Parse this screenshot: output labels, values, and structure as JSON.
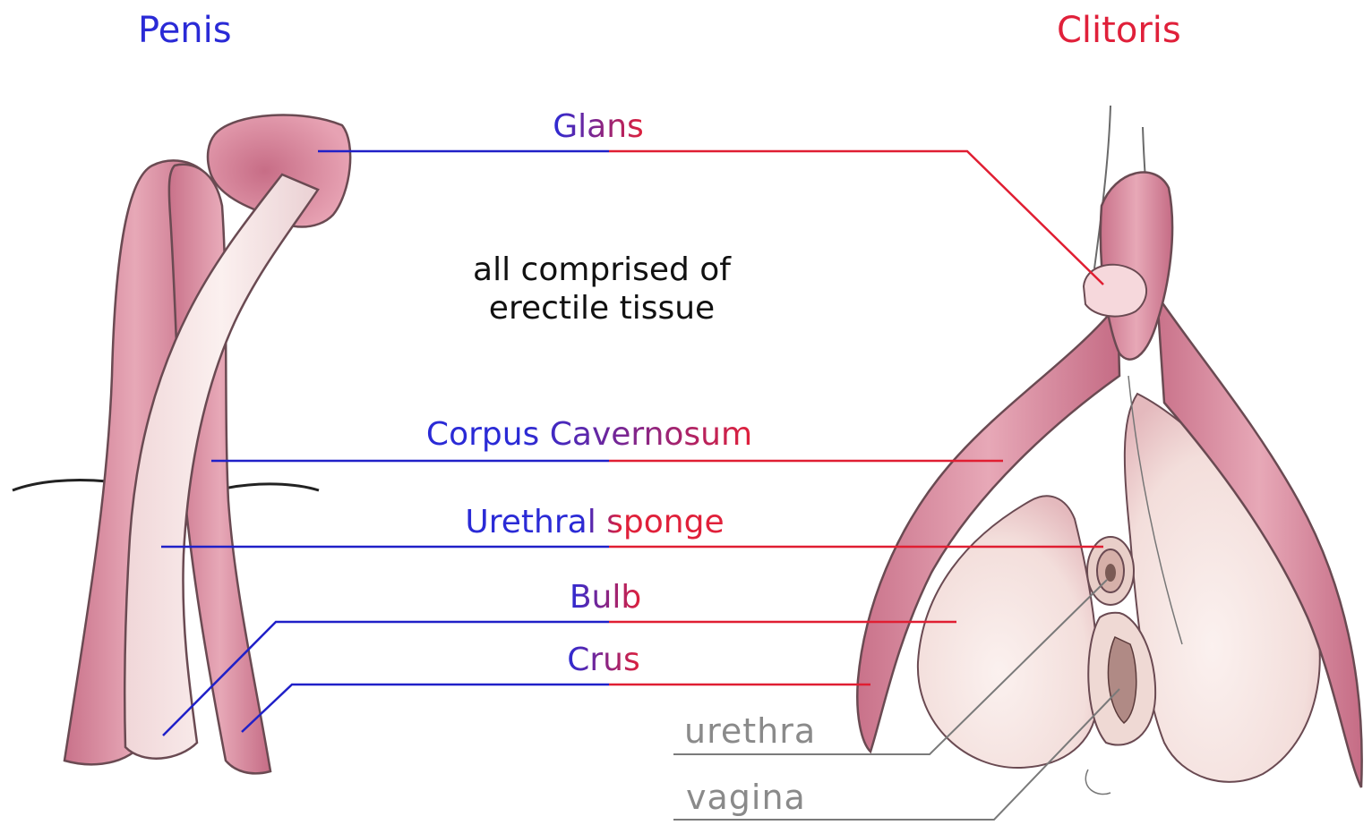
{
  "titles": {
    "left": "Penis",
    "right": "Clitoris"
  },
  "note": {
    "line1": "all comprised of",
    "line2": "erectile tissue"
  },
  "parts": [
    {
      "id": "glans",
      "label": "Glans"
    },
    {
      "id": "corpus-cavernosum",
      "label": "Corpus Cavernosum"
    },
    {
      "id": "urethral-sponge",
      "label": "Urethral sponge"
    },
    {
      "id": "bulb",
      "label": "Bulb"
    },
    {
      "id": "crus",
      "label": "Crus"
    }
  ],
  "openings": {
    "urethra": "urethra",
    "vagina": "vagina"
  },
  "colors": {
    "male_label": "#2a2ad6",
    "female_label": "#e0203a",
    "blend_label": "#9b2fc0",
    "male_line": "#2020c8",
    "female_line": "#e01e32",
    "tissue_pink": "#d98a9c",
    "tissue_light": "#f6e6e4",
    "outline": "#6a4a52"
  }
}
